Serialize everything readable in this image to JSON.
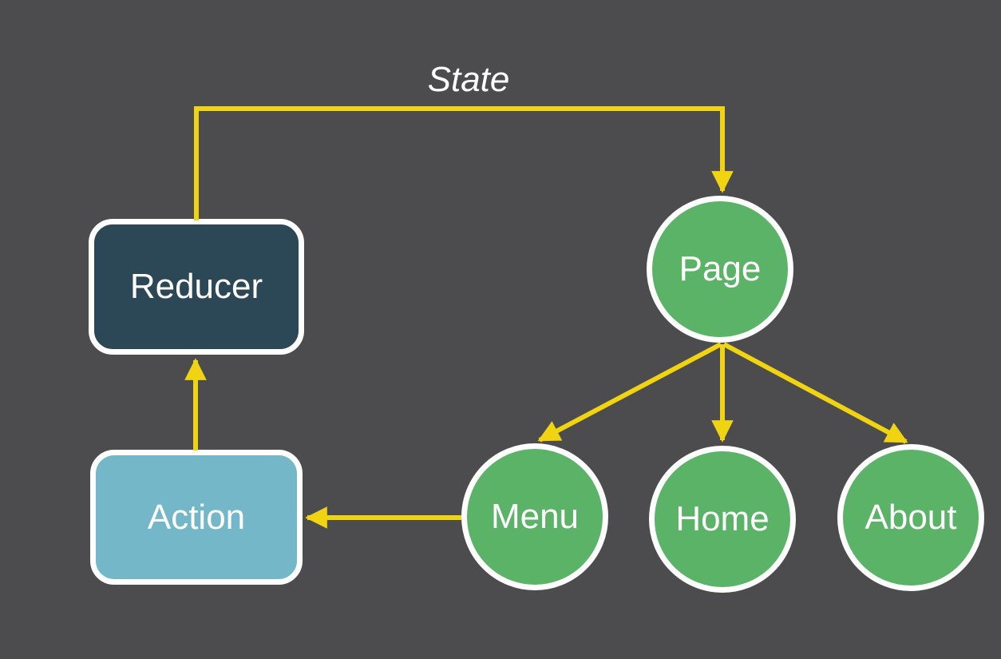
{
  "colors": {
    "background": "#4C4C4E",
    "arrow": "#F0D311",
    "node_border": "#FFFFFF",
    "reducer_fill": "#2C4755",
    "action_fill": "#74B7C9",
    "circle_fill": "#5BB367",
    "text": "#FFFFFF"
  },
  "diagram": {
    "state_label": "State",
    "nodes": {
      "reducer": {
        "label": "Reducer",
        "shape": "rounded-rectangle",
        "fill": "#2C4755"
      },
      "action": {
        "label": "Action",
        "shape": "rounded-rectangle",
        "fill": "#74B7C9"
      },
      "page": {
        "label": "Page",
        "shape": "circle",
        "fill": "#5BB367"
      },
      "menu": {
        "label": "Menu",
        "shape": "circle",
        "fill": "#5BB367"
      },
      "home": {
        "label": "Home",
        "shape": "circle",
        "fill": "#5BB367"
      },
      "about": {
        "label": "About",
        "shape": "circle",
        "fill": "#5BB367"
      }
    },
    "edges": [
      {
        "from": "reducer",
        "to": "page",
        "label": "State"
      },
      {
        "from": "action",
        "to": "reducer",
        "label": ""
      },
      {
        "from": "menu",
        "to": "action",
        "label": ""
      },
      {
        "from": "page",
        "to": "menu",
        "label": ""
      },
      {
        "from": "page",
        "to": "home",
        "label": ""
      },
      {
        "from": "page",
        "to": "about",
        "label": ""
      }
    ]
  }
}
